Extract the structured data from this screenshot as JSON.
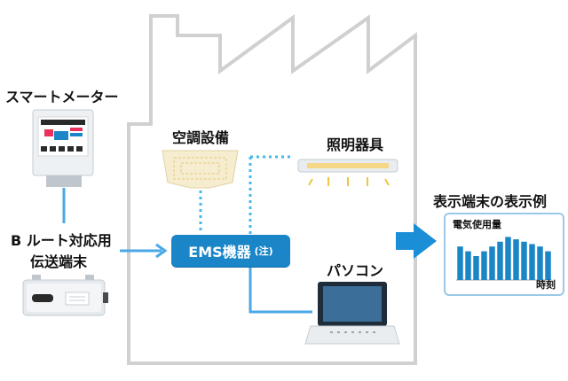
{
  "labels": {
    "smart_meter": "スマートメーター",
    "b_route_line1": "B ルート対応用",
    "b_route_line2": "伝送端末",
    "air_conditioner": "空調設備",
    "lighting": "照明器具",
    "ems": "EMS機器",
    "ems_note": "(注)",
    "pc": "パソコン",
    "display_example": "表示端末の表示例"
  },
  "colors": {
    "accent": "#1a86c8",
    "arrow": "#1a8fd8",
    "link_solid": "#4aa8e6",
    "link_dotted": "#46b8ea",
    "building_outline": "#d0d0d0",
    "bar": "#1a86c8",
    "chart_border": "#9cc8e8"
  },
  "icons": [
    "smart-meter-icon",
    "transmitter-icon",
    "air-conditioner-icon",
    "lighting-icon",
    "laptop-icon",
    "factory-outline"
  ],
  "chart_data": {
    "type": "bar",
    "title": "電気使用量",
    "xlabel": "時刻",
    "ylabel": "",
    "values": [
      7,
      6,
      5,
      6,
      7,
      8,
      9,
      8.5,
      8,
      7.5,
      7,
      6
    ],
    "ylim": [
      0,
      10
    ]
  }
}
